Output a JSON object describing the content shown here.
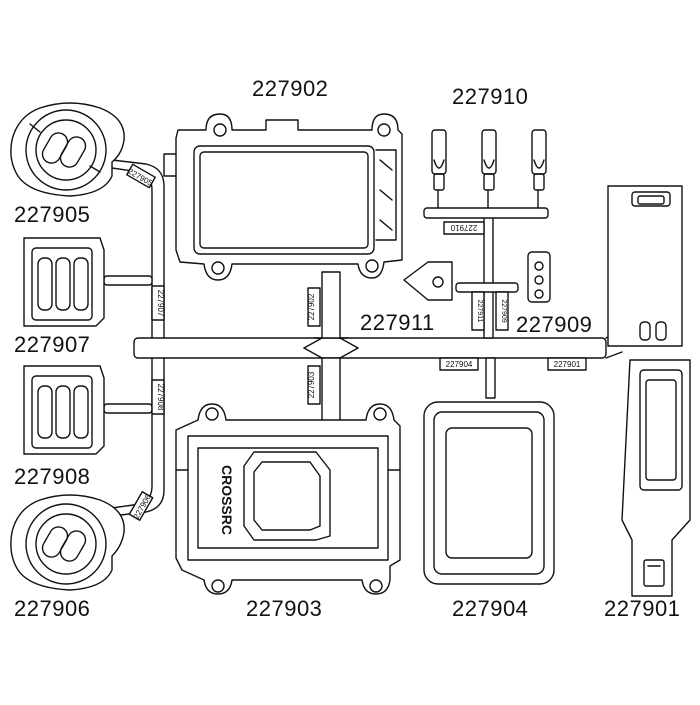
{
  "colors": {
    "line": "#111111",
    "background": "#ffffff"
  },
  "parts": {
    "p227901": "227901",
    "p227902": "227902",
    "p227903": "227903",
    "p227904": "227904",
    "p227905": "227905",
    "p227906": "227906",
    "p227907": "227907",
    "p227908": "227908",
    "p227909": "227909",
    "p227910": "227910",
    "p227911": "227911"
  },
  "runner_tags": {
    "t227905": "227905",
    "t227906": "227906",
    "t227907": "227907",
    "t227908": "227908",
    "t227902": "227902",
    "t227903": "227903",
    "t227904": "227904",
    "t227901": "227901",
    "t227910": "227910",
    "t227911": "227911",
    "t227909": "227909"
  },
  "embossed_logo": "CROSSRC"
}
